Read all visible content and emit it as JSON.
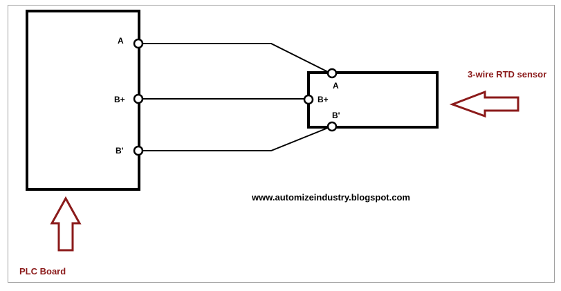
{
  "plc": {
    "caption": "PLC Board",
    "terminals": [
      "A",
      "B+",
      "B'"
    ]
  },
  "rtd": {
    "caption": "3-wire RTD sensor",
    "terminals": [
      "A",
      "B+",
      "B'"
    ]
  },
  "website": "www.automizeindustry.blogspot.com",
  "colors": {
    "line": "#000000",
    "accent": "#8b1a1a",
    "frame": "#a0a0a0"
  }
}
